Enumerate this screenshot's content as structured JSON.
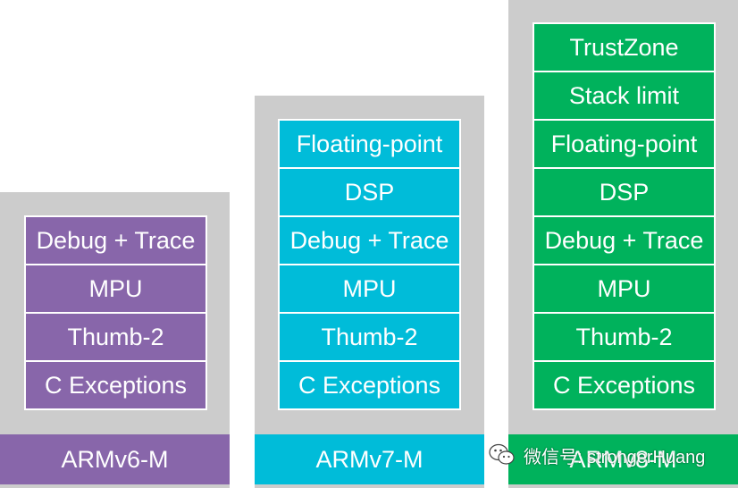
{
  "colors": {
    "armv6": "#8866aa",
    "armv7": "#00bcd9",
    "armv8": "#00b25c",
    "column_bg": "#cccccc",
    "divider": "#ffffff"
  },
  "columns": [
    {
      "label": "ARMv6-M",
      "blocks": [
        "Debug + Trace",
        "MPU",
        "Thumb-2",
        "C Exceptions"
      ]
    },
    {
      "label": "ARMv7-M",
      "blocks": [
        "Floating-point",
        "DSP",
        "Debug + Trace",
        "MPU",
        "Thumb-2",
        "C Exceptions"
      ]
    },
    {
      "label": "ARMv8-M",
      "blocks": [
        "TrustZone",
        "Stack limit",
        "Floating-point",
        "DSP",
        "Debug + Trace",
        "MPU",
        "Thumb-2",
        "C Exceptions"
      ]
    }
  ],
  "watermark": {
    "icon": "wechat-icon",
    "text": "微信号: strongerHuang"
  }
}
